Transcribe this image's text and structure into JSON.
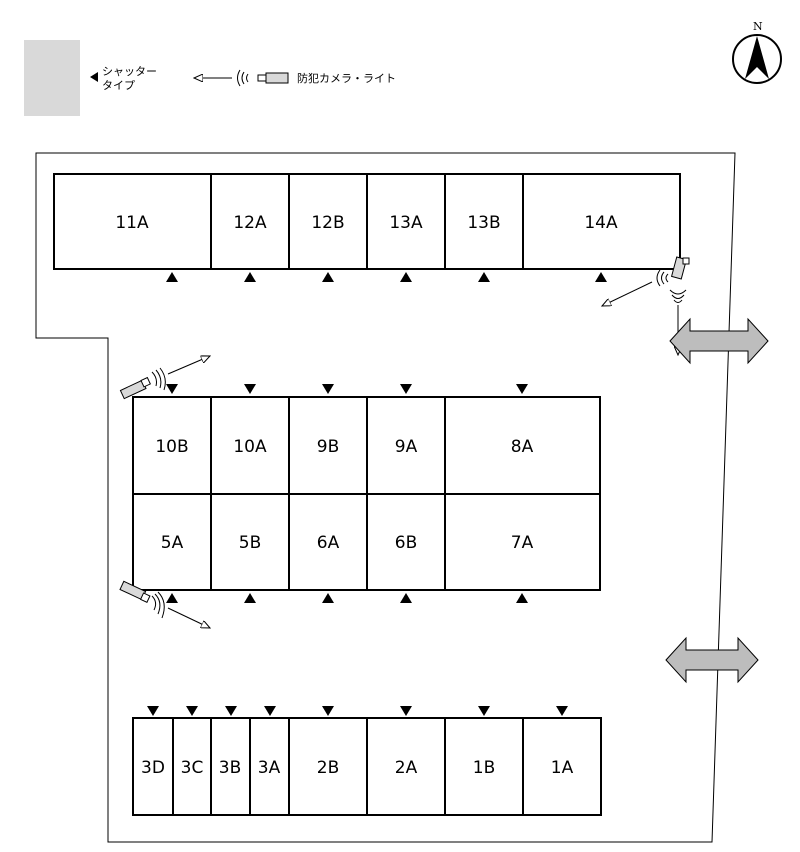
{
  "legend": {
    "shutter_label_line1": "シャッター",
    "shutter_label_line2": "タイプ",
    "camera_label": "防犯カメラ・ライト"
  },
  "compass": {
    "label": "N"
  },
  "units": {
    "row1": [
      "11A",
      "12A",
      "12B",
      "13A",
      "13B",
      "14A"
    ],
    "row2_top": [
      "10B",
      "10A",
      "9B",
      "9A",
      "8A"
    ],
    "row2_bottom": [
      "5A",
      "5B",
      "6A",
      "6B",
      "7A"
    ],
    "row3": [
      "3D",
      "3C",
      "3B",
      "3A",
      "2B",
      "2A",
      "1B",
      "1A"
    ]
  },
  "colors": {
    "outline": "#000000",
    "shutter_swatch": "#d9d9d9",
    "access_arrow": "#bdbdbd"
  }
}
